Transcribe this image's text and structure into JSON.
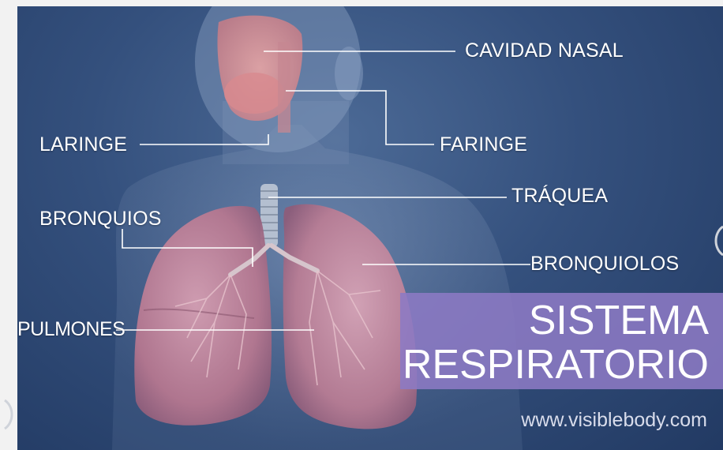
{
  "labels": {
    "nasal_cavity": "CAVIDAD NASAL",
    "larynx": "LARINGE",
    "pharynx": "FARINGE",
    "trachea": "TRÁQUEA",
    "bronchi": "BRONQUIOS",
    "bronchioles": "BRONQUIOLOS",
    "lungs": "PULMONES"
  },
  "title": {
    "line1": "SISTEMA",
    "line2": "RESPIRATORIO"
  },
  "website": "www.visiblebody.com",
  "colors": {
    "background": "#34507d",
    "title_panel": "#8c7ac4",
    "lung": "#c98a9e",
    "label_text": "#ffffff"
  }
}
